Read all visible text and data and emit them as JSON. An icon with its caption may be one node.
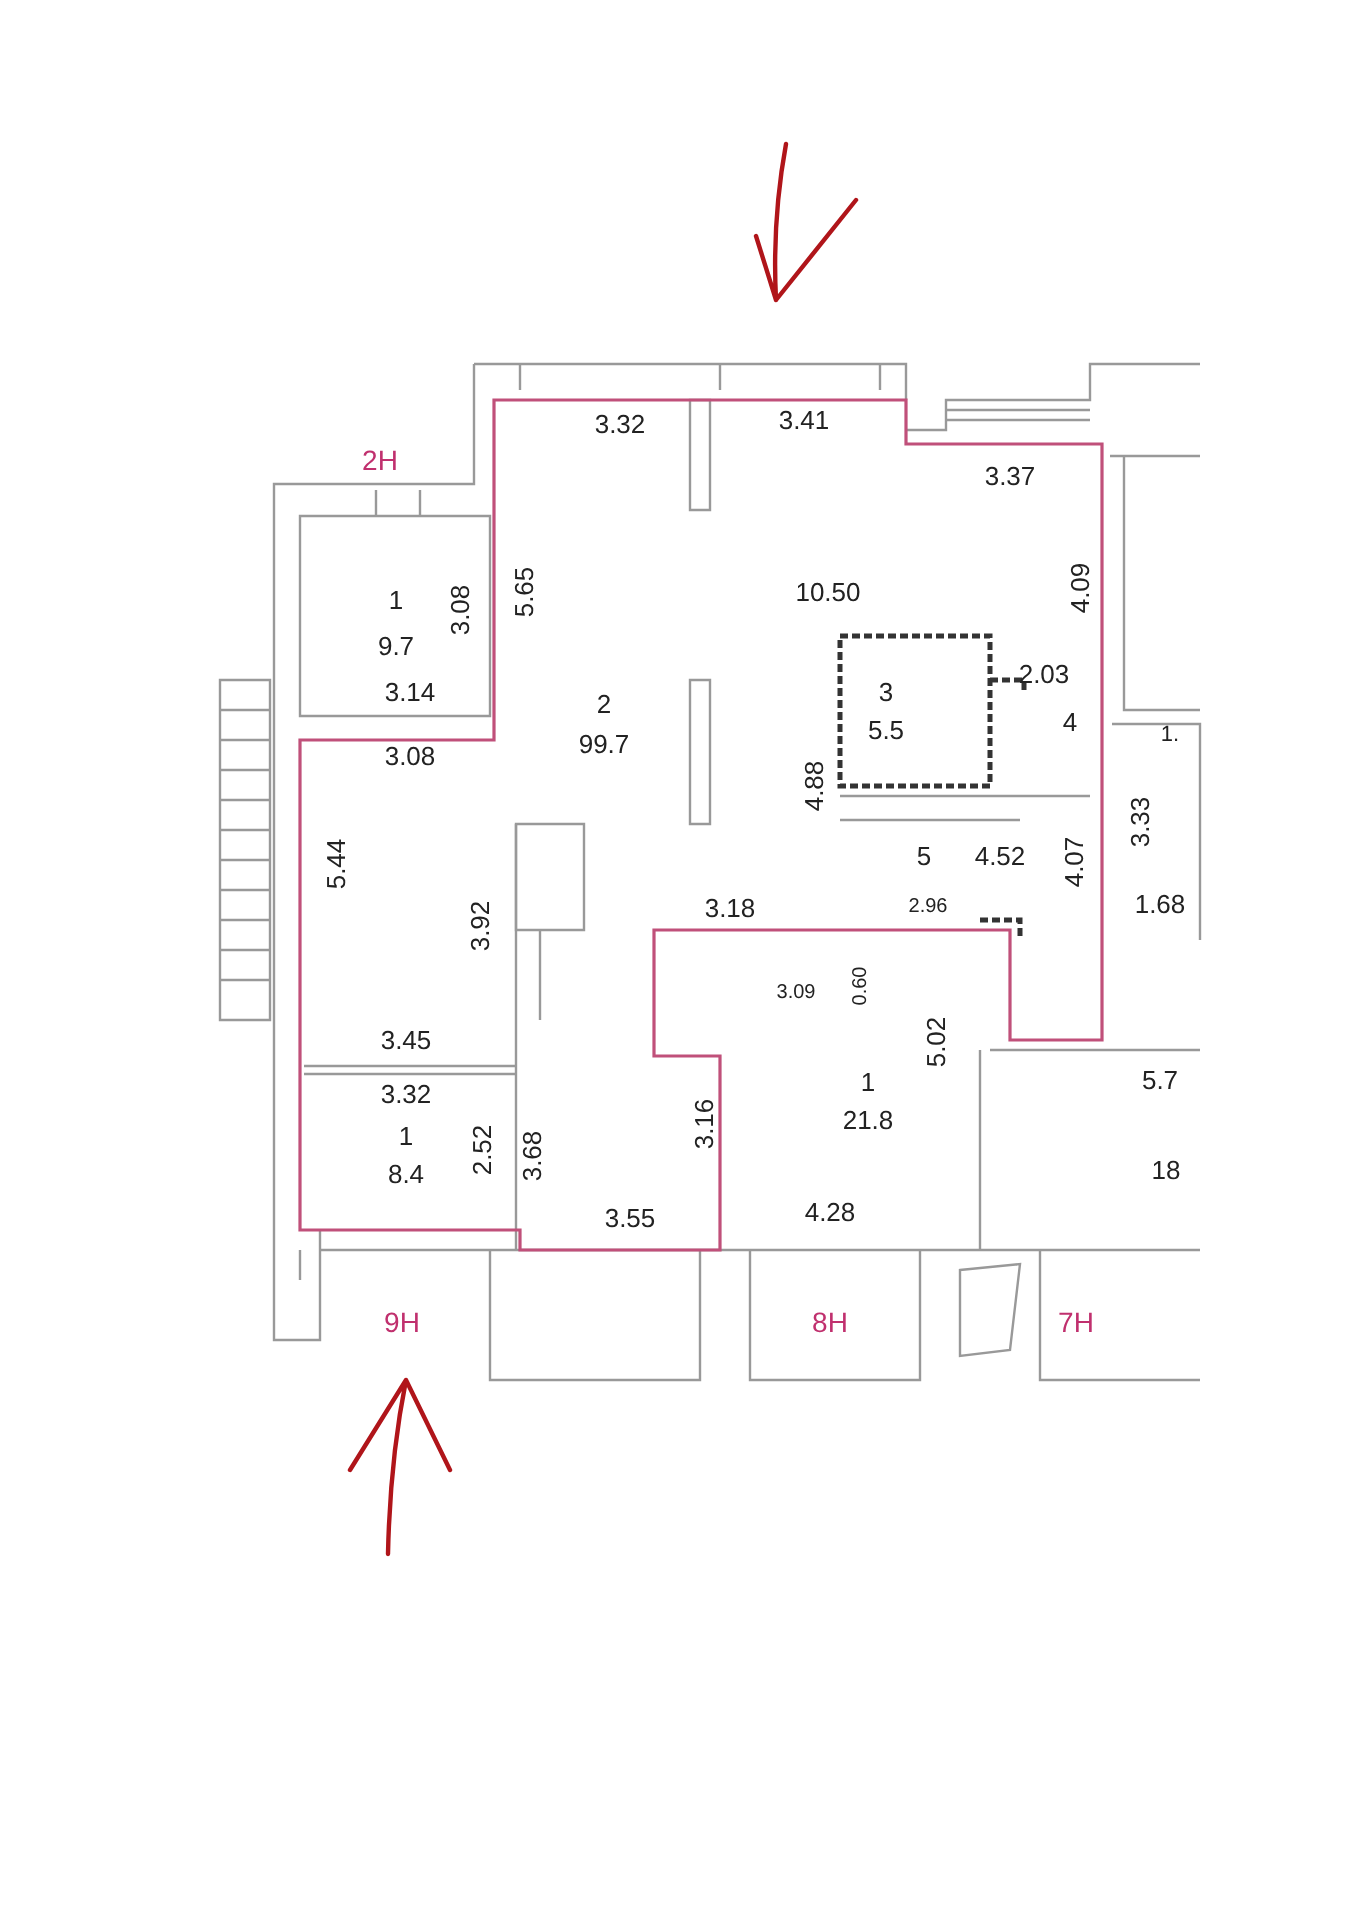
{
  "diagram": {
    "labels": [
      "3.32",
      "3.41",
      "2H",
      "3.37",
      "1",
      "3.08",
      "5.65",
      "10.50",
      "4.09",
      "9.7",
      "3",
      "5.5",
      "2.03",
      "4",
      "1.",
      "3.14",
      "2",
      "99.7",
      "3.08",
      "4.88",
      "3.33",
      "5.44",
      "5",
      "4.52",
      "4.07",
      "3.92",
      "3.18",
      "2.96",
      "1.68",
      "3.09",
      "0.60",
      "5.02",
      "3.45",
      "3.32",
      "1",
      "21.8",
      "5.7",
      "1",
      "8.4",
      "2.52",
      "3.68",
      "3.16",
      "18",
      "3.55",
      "4.28",
      "9H",
      "8H",
      "7H"
    ]
  }
}
